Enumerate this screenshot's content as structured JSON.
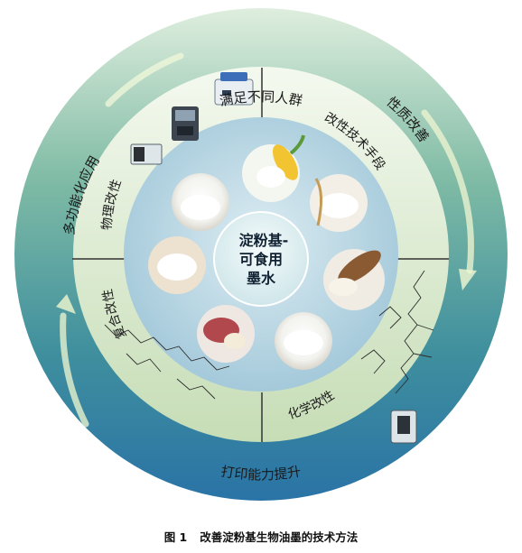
{
  "outer_ring": {
    "top": "满足不同人群",
    "right": "性质改善",
    "left": "多功能化应用",
    "bottom": "打印能力提升"
  },
  "middle_ring": {
    "physical": "物理改性",
    "technique": "改性技术手段",
    "composite": "复合改性",
    "chemical": "化学改性"
  },
  "center": {
    "line1": "淀粉基-",
    "line2": "可食用",
    "line3": "墨水"
  },
  "caption": {
    "figure_no": "图 1",
    "title": "改善淀粉基生物油墨的技术方法"
  },
  "colors": {
    "outer_ring_top": "#d9ecd8",
    "outer_ring_mid": "#5aa596",
    "outer_ring_bottom": "#2f7ea8",
    "middle_ring_top": "#eef6ea",
    "middle_ring_bottom": "#c9dfb9",
    "inner_disc": "#b9d8e6",
    "center_circle": "#e5f2f4"
  }
}
